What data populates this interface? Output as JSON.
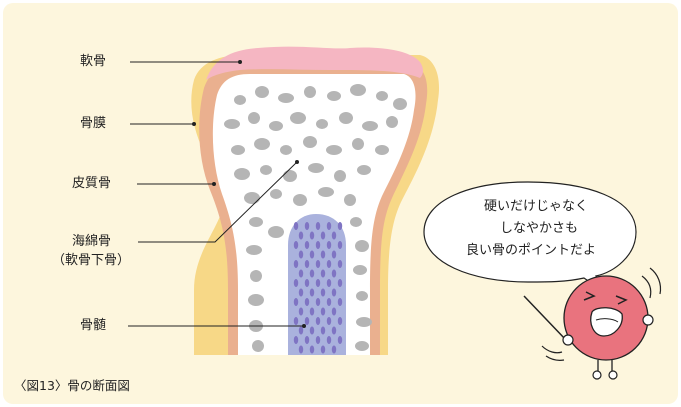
{
  "labels": {
    "cartilage": "軟骨",
    "periosteum": "骨膜",
    "cortical_bone": "皮質骨",
    "cancellous_bone": "海綿骨",
    "subchondral_bone": "（軟骨下骨）",
    "marrow": "骨髄"
  },
  "speech_bubble": {
    "line1": "硬いだけじゃなく",
    "line2": "しなやかさも",
    "line3": "良い骨のポイントだよ"
  },
  "caption": "〈図13〉骨の断面図",
  "colors": {
    "background": "#fdf6dd",
    "cartilage": "#f5b6c2",
    "periosteum": "#f7d887",
    "cortical": "#eab08f",
    "spongy_hole": "#b5b5b5",
    "marrow": "#aab2dd",
    "marrow_cell": "#7f74c3",
    "character": "#e9737e"
  }
}
